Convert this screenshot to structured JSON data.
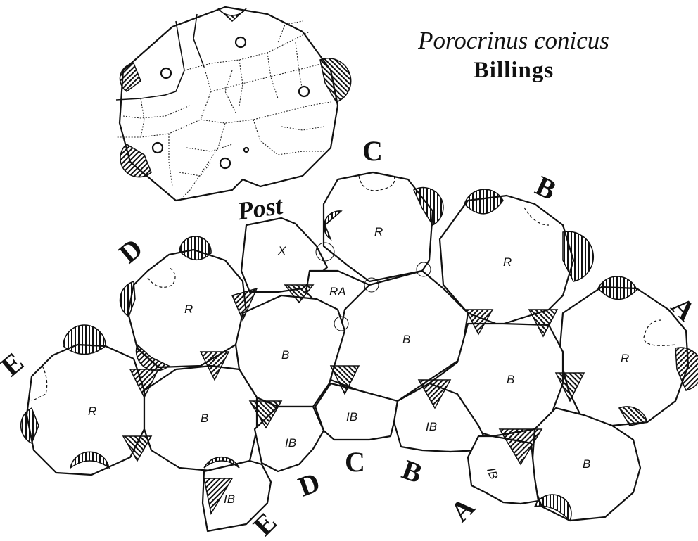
{
  "title": {
    "species": "Porocrinus conicus",
    "author": "Billings"
  },
  "ray_labels": {
    "top_C": "C",
    "top_B": "B",
    "top_D": "D",
    "top_A": "A",
    "top_E": "E",
    "bottom_D": "D",
    "bottom_C": "C",
    "bottom_B": "B",
    "bottom_A": "A",
    "bottom_E": "E",
    "post": "Post"
  },
  "plate_labels": {
    "radial": "R",
    "basal": "B",
    "infrabasal": "IB",
    "anal_x": "X",
    "radianal": "RA"
  },
  "pore_style": {
    "stroke": "#111111",
    "fill": "#ffffff"
  }
}
